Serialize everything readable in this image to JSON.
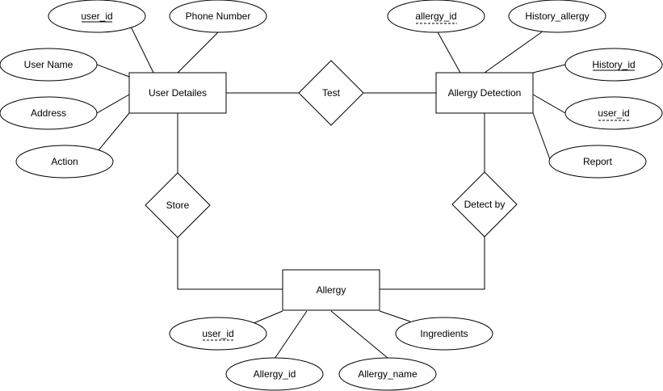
{
  "entities": {
    "user_details": "User Detailes",
    "allergy_detection": "Allergy Detection",
    "allergy": "Allergy"
  },
  "relationships": {
    "test": "Test",
    "store": "Store",
    "detect_by": "Detect by"
  },
  "attributes": {
    "user_details": {
      "user_id": "user_id",
      "phone_number": "Phone Number",
      "user_name": "User Name",
      "address": "Address",
      "action": "Action"
    },
    "allergy_detection": {
      "allergy_id": "allergy_id",
      "history_allergy": "History_allergy",
      "history_id": "History_id",
      "user_id": "user_id",
      "report": "Report"
    },
    "allergy": {
      "user_id": "user_id",
      "allergy_id": "Allergy_id",
      "allergy_name": "Allergy_name",
      "ingredients": "Ingredients"
    }
  }
}
